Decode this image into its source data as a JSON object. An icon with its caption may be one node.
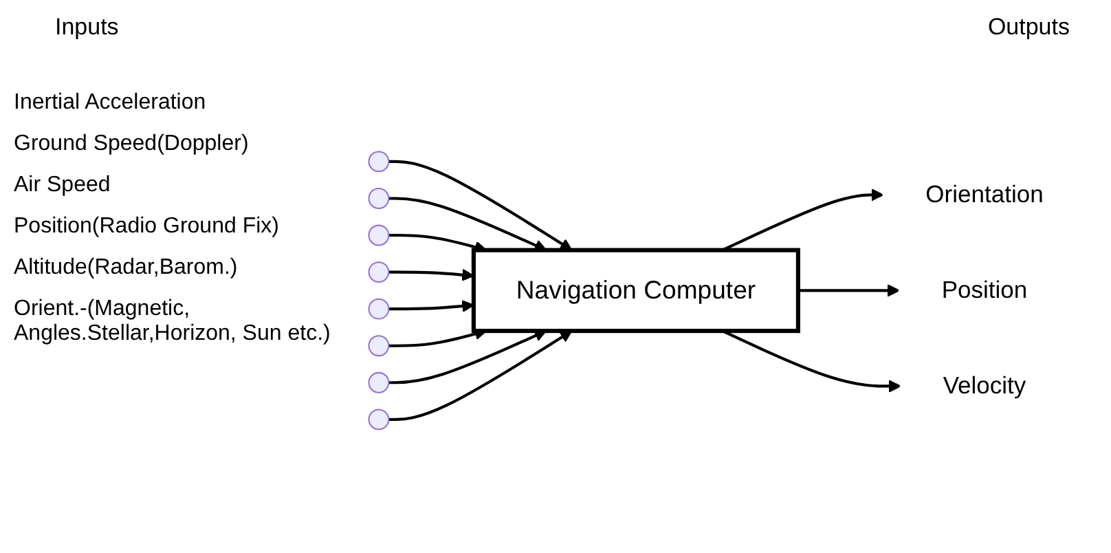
{
  "diagram": {
    "nodes": [
      {
        "text": [
          "Navigation Computer"
        ]
      },
      {
        "text": [
          "Orientation"
        ]
      },
      {
        "text": [
          "Position"
        ]
      },
      {
        "text": [
          "Velocity"
        ]
      }
    ],
    "edges": [
      {
        "from": null,
        "to": 0,
        "arrow": "to"
      },
      {
        "from": null,
        "to": 0,
        "arrow": "to"
      },
      {
        "from": null,
        "to": 0,
        "arrow": "to"
      },
      {
        "from": null,
        "to": 0,
        "arrow": "to"
      },
      {
        "from": null,
        "to": 0,
        "arrow": "to"
      },
      {
        "from": null,
        "to": 0,
        "arrow": "to"
      },
      {
        "from": null,
        "to": 0,
        "arrow": "to"
      },
      {
        "from": null,
        "to": 0,
        "arrow": "to"
      },
      {
        "from": 0,
        "to": 1,
        "arrow": "to"
      },
      {
        "from": 0,
        "to": 2,
        "arrow": "to"
      },
      {
        "from": 0,
        "to": 3,
        "arrow": "to"
      }
    ],
    "labels": [
      "Inputs",
      "Outputs",
      "Inertial Acceleration",
      "Ground Speed(Doppler)",
      "Air Speed",
      "Position(Radio Ground Fix)",
      "Altitude(Radar,Barom.)",
      "Orient.-(Magnetic, Angles.Stellar,Horizon, Sun etc.)"
    ]
  }
}
